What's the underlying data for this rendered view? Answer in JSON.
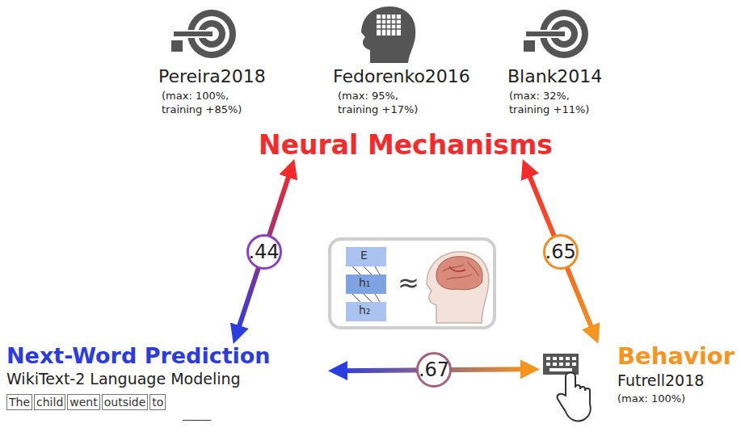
{
  "diagram": {
    "nodes": [
      {
        "text": [
          "Neural Mechanisms"
        ]
      },
      {
        "text": [
          "Next-Word Prediction",
          "WikiText-2 Language Modeling"
        ]
      },
      {
        "text": [
          "The"
        ],
        "in": 1
      },
      {
        "text": [
          "child"
        ],
        "in": 1
      },
      {
        "text": [
          "went"
        ],
        "in": 1
      },
      {
        "text": [
          "outside"
        ],
        "in": 1
      },
      {
        "text": [
          "to"
        ],
        "in": 1
      },
      {
        "text": [
          "Behavior",
          "Futrell2018",
          "(max: 100%)"
        ]
      }
    ],
    "edges": [
      {
        "from": 0,
        "to": 1,
        "label": ".44",
        "arrow": "both"
      },
      {
        "from": 0,
        "to": 7,
        "label": ".65",
        "arrow": "both"
      },
      {
        "from": 1,
        "to": 7,
        "label": ".67",
        "arrow": "both"
      }
    ],
    "labels": [
      "Pereira2018",
      "(max: 100%, training +85%)",
      "Fedorenko2016",
      "(max: 95%, training +17%)",
      "Blank2014",
      "(max: 32%, training +11%)",
      "E",
      "h₁",
      "h₂",
      "≈",
      "_____"
    ]
  }
}
